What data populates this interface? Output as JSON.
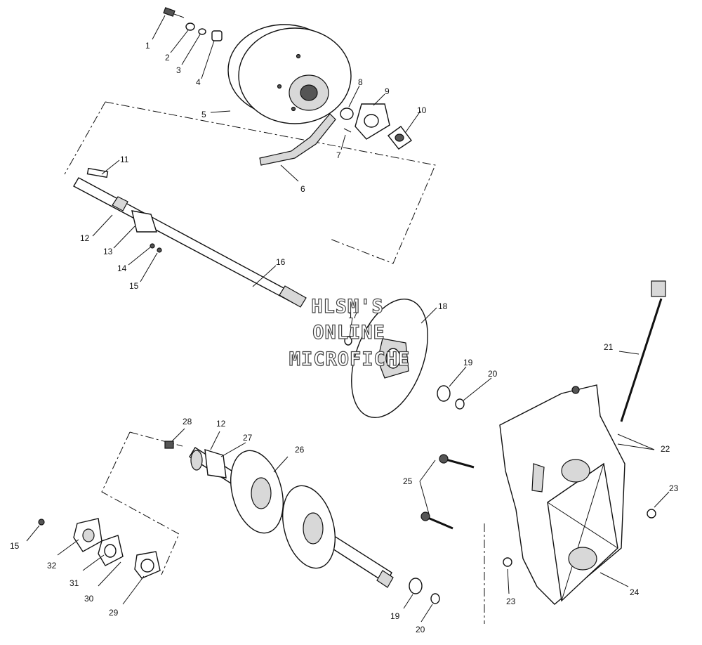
{
  "watermark": {
    "line1": "HLSM'S",
    "line2": "ONLINE",
    "line3": "MICROFICHE"
  },
  "callouts": [
    {
      "id": "c1",
      "text": "1"
    },
    {
      "id": "c2",
      "text": "2"
    },
    {
      "id": "c3",
      "text": "3"
    },
    {
      "id": "c4",
      "text": "4"
    },
    {
      "id": "c5",
      "text": "5"
    },
    {
      "id": "c6",
      "text": "6"
    },
    {
      "id": "c7",
      "text": "7"
    },
    {
      "id": "c8",
      "text": "8"
    },
    {
      "id": "c9",
      "text": "9"
    },
    {
      "id": "c10",
      "text": "10"
    },
    {
      "id": "c11",
      "text": "11"
    },
    {
      "id": "c12a",
      "text": "12"
    },
    {
      "id": "c13",
      "text": "13"
    },
    {
      "id": "c14",
      "text": "14"
    },
    {
      "id": "c15a",
      "text": "15"
    },
    {
      "id": "c16",
      "text": "16"
    },
    {
      "id": "c17",
      "text": "17"
    },
    {
      "id": "c18",
      "text": "18"
    },
    {
      "id": "c19a",
      "text": "19"
    },
    {
      "id": "c20a",
      "text": "20"
    },
    {
      "id": "c21",
      "text": "21"
    },
    {
      "id": "c22",
      "text": "22"
    },
    {
      "id": "c23a",
      "text": "23"
    },
    {
      "id": "c24",
      "text": "24"
    },
    {
      "id": "c25",
      "text": "25"
    },
    {
      "id": "c26",
      "text": "26"
    },
    {
      "id": "c27",
      "text": "27"
    },
    {
      "id": "c28",
      "text": "28"
    },
    {
      "id": "c12b",
      "text": "12"
    },
    {
      "id": "c15b",
      "text": "15"
    },
    {
      "id": "c32",
      "text": "32"
    },
    {
      "id": "c31",
      "text": "31"
    },
    {
      "id": "c30",
      "text": "30"
    },
    {
      "id": "c29",
      "text": "29"
    },
    {
      "id": "c23b",
      "text": "23"
    },
    {
      "id": "c19b",
      "text": "19"
    },
    {
      "id": "c20b",
      "text": "20"
    }
  ]
}
